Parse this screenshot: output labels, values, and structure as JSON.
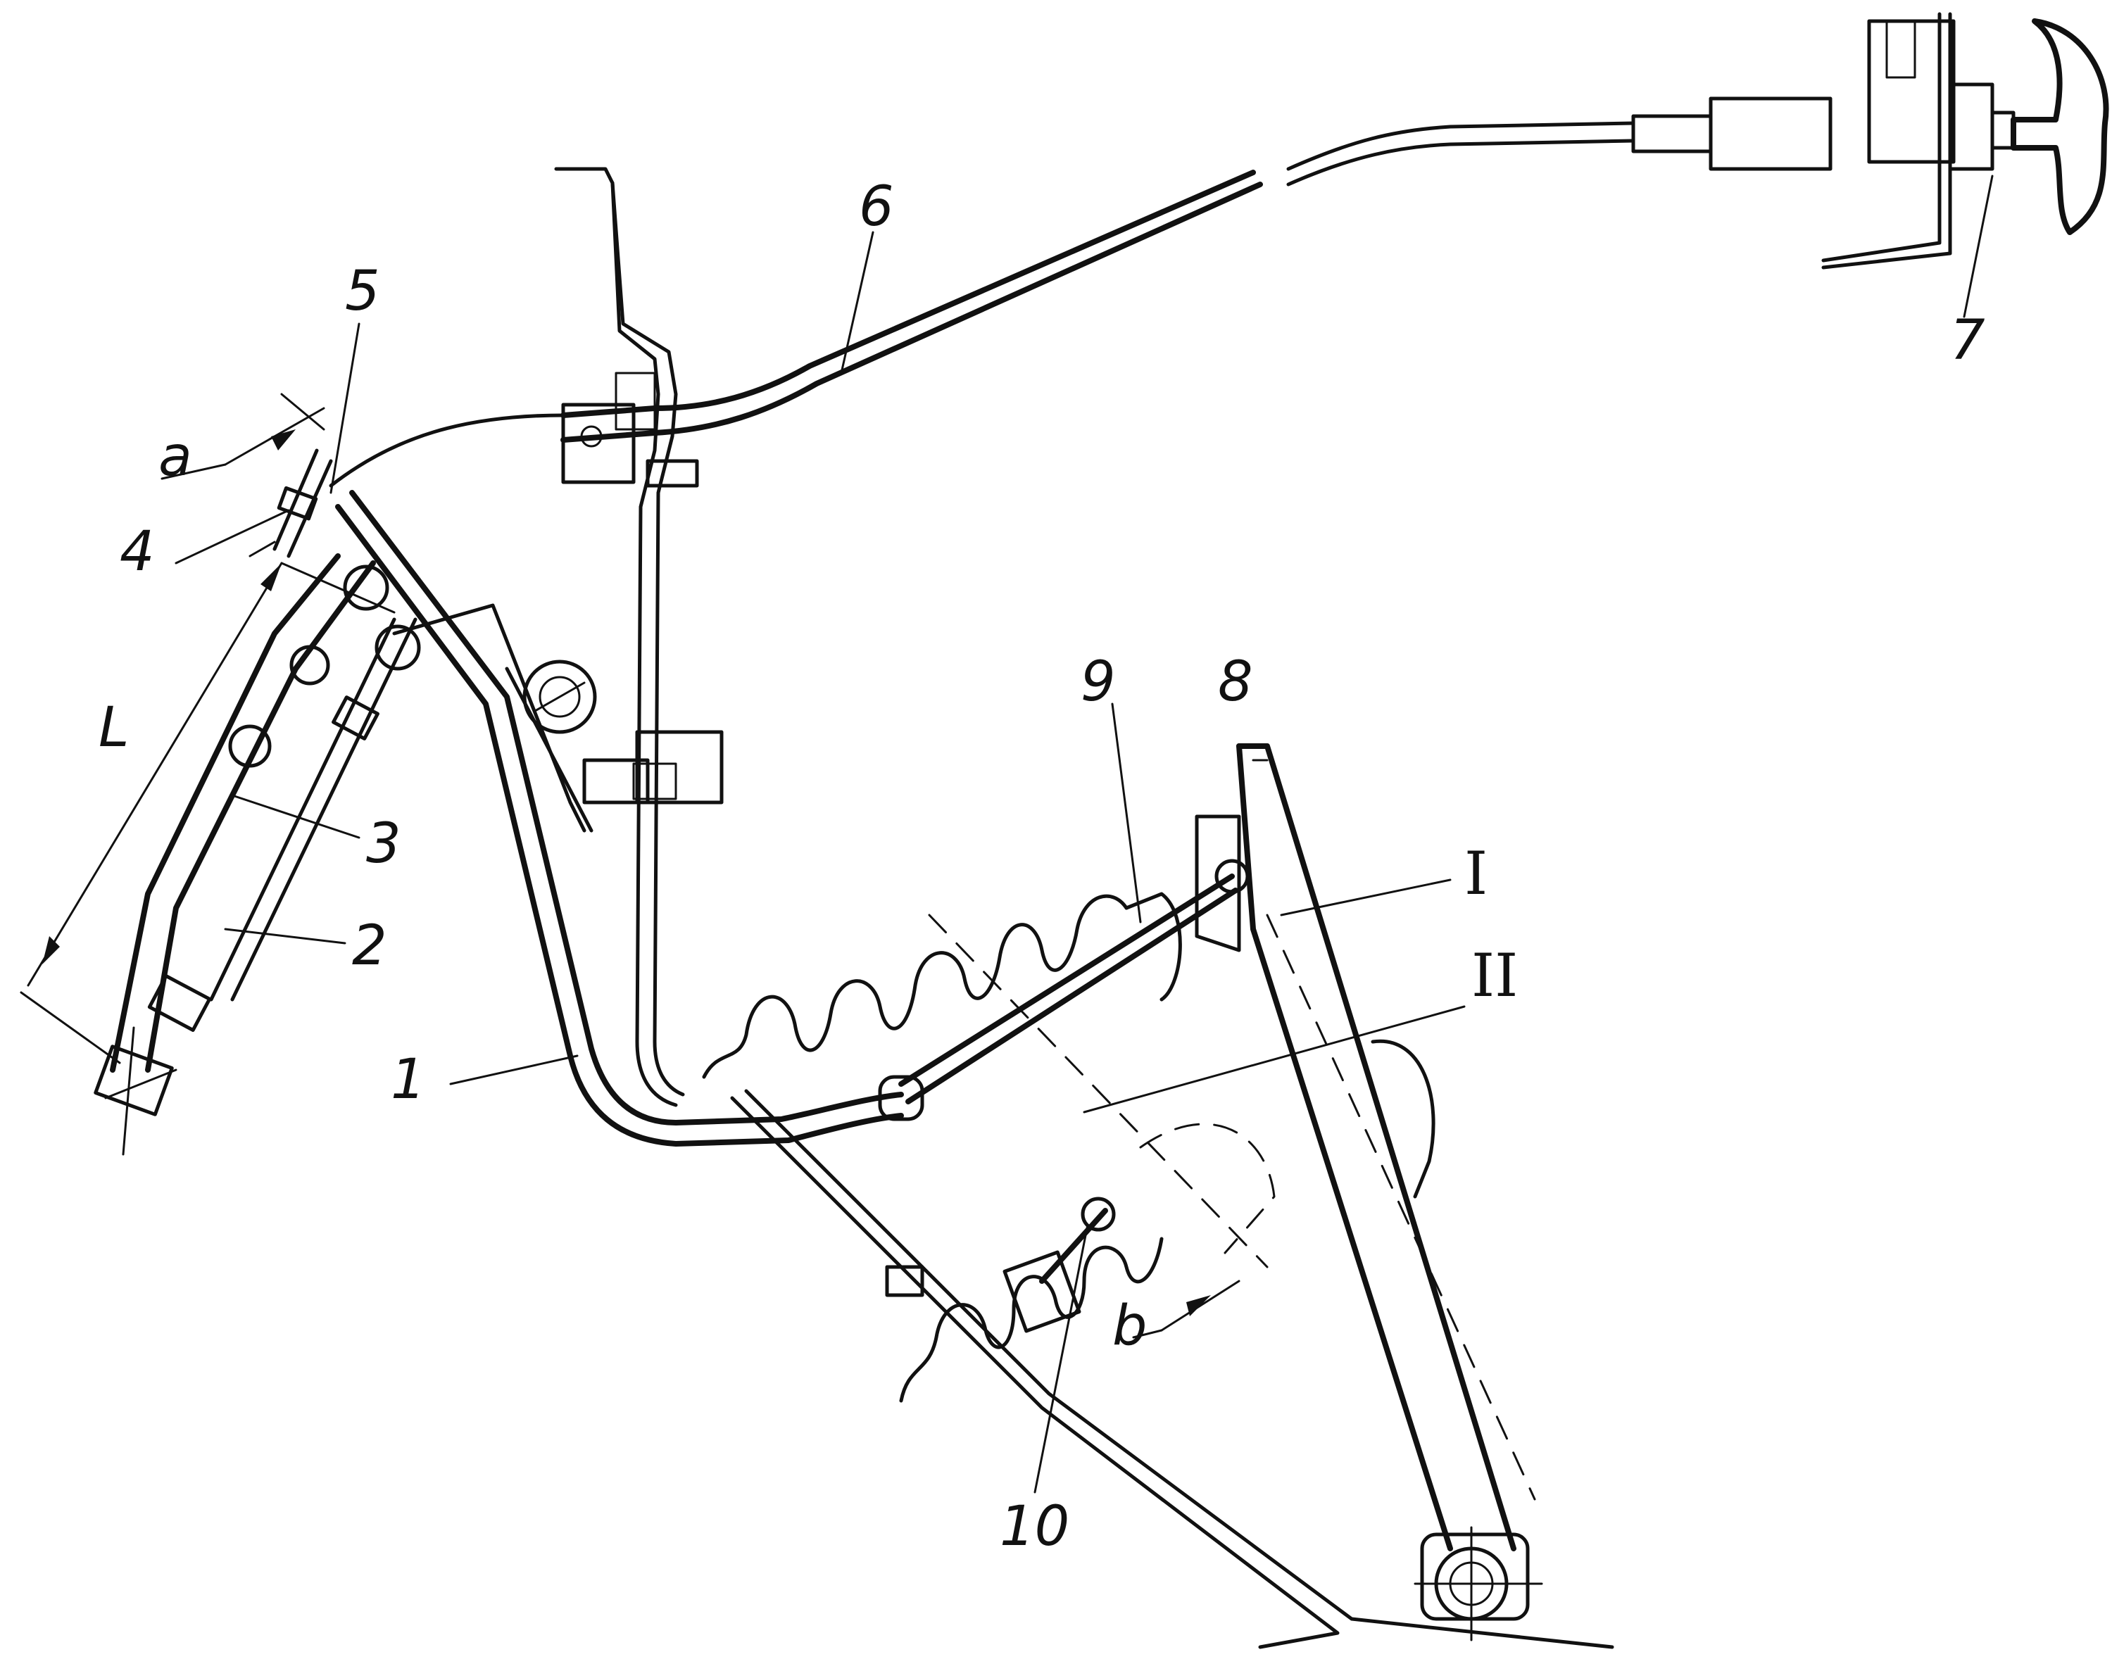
{
  "labels": {
    "part_1": "1",
    "part_2": "2",
    "part_3": "3",
    "part_4": "4",
    "part_5": "5",
    "part_6": "6",
    "part_7": "7",
    "part_8": "8",
    "part_9": "9",
    "part_10": "10",
    "dim_a": "a",
    "dim_b": "b",
    "dim_L": "L",
    "section_I": "I",
    "section_II": "II"
  },
  "style": {
    "ink_color": "#111111",
    "background_color": "#ffffff"
  }
}
